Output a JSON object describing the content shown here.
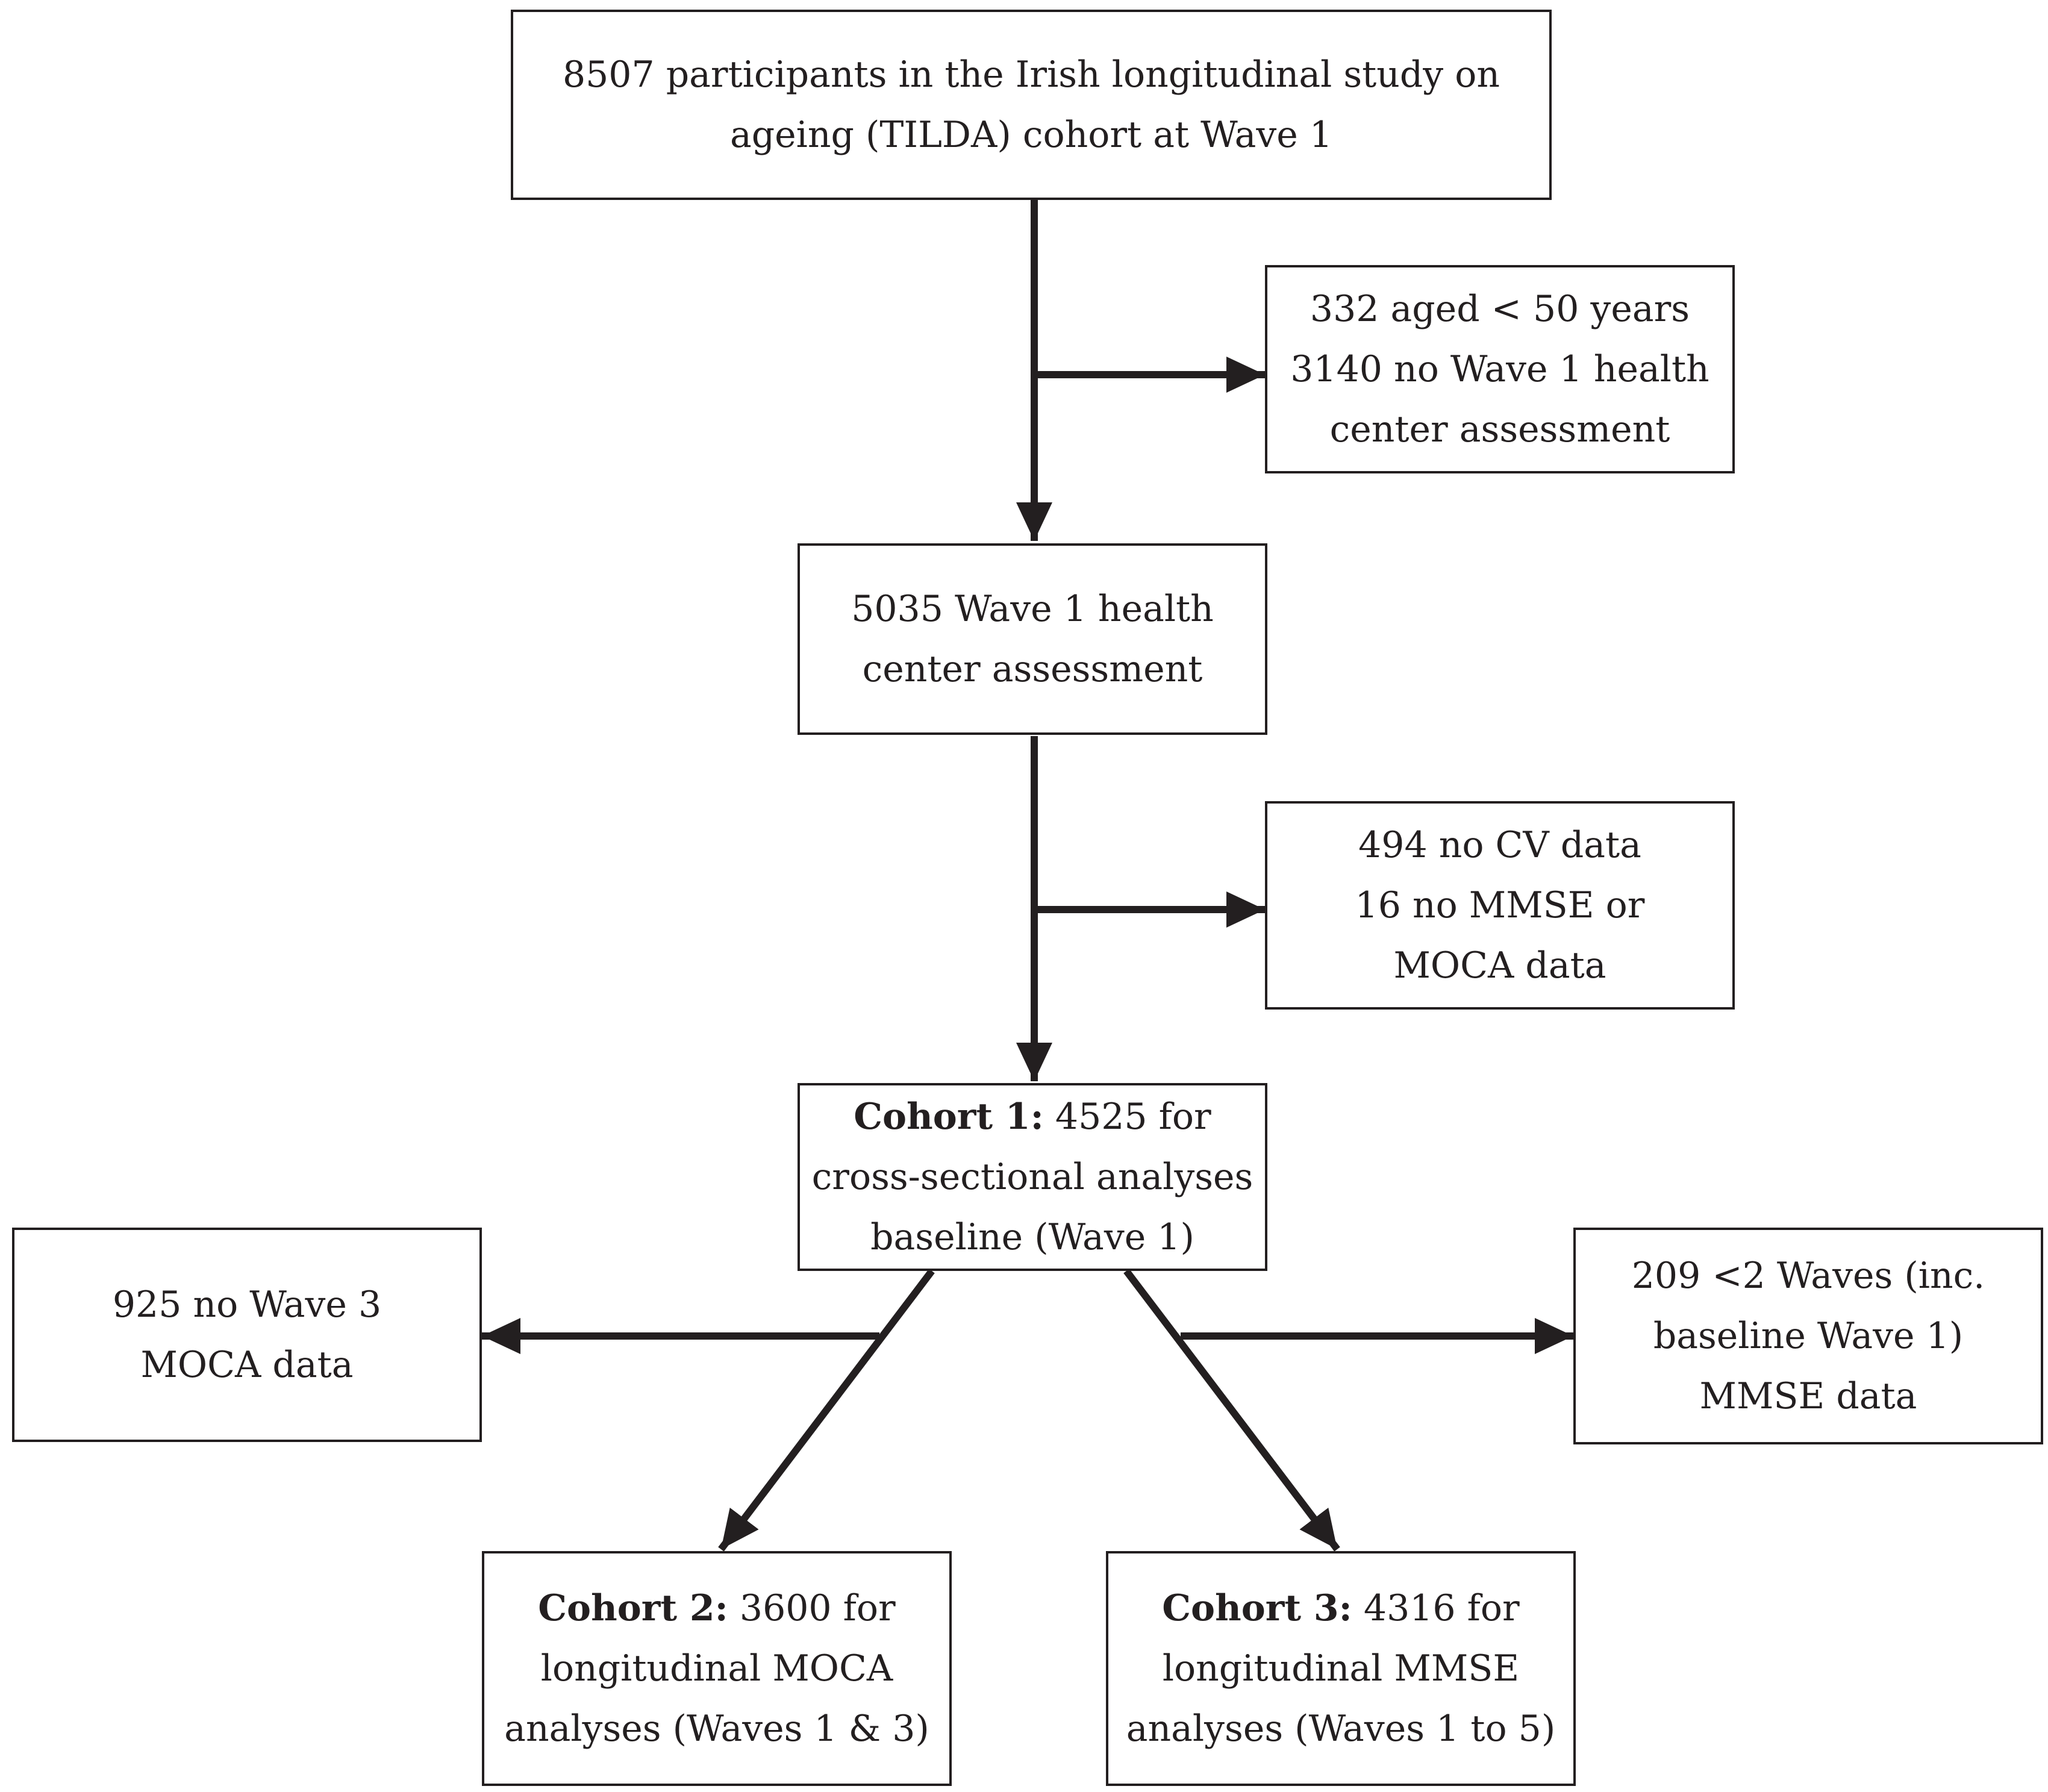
{
  "colors": {
    "stroke": "#231f20",
    "background": "#ffffff"
  },
  "boxes": {
    "wave1_participants": {
      "lines": [
        "8507 participants in the Irish longitudinal study on",
        "ageing (TILDA) cohort at Wave 1"
      ]
    },
    "exclusion_1": {
      "lines": [
        "332 aged < 50 years",
        "3140 no Wave 1 health",
        "center assessment"
      ]
    },
    "health_assessment": {
      "lines": [
        "5035 Wave 1 health",
        "center assessment"
      ]
    },
    "exclusion_2": {
      "lines": [
        "494 no CV data",
        "16 no MMSE or",
        "MOCA data"
      ]
    },
    "cohort1": {
      "label": "Cohort 1:",
      "line1_rest": " 4525 for",
      "lines": [
        "cross-sectional analyses",
        "baseline (Wave 1)"
      ]
    },
    "exclusion_moca": {
      "lines": [
        "925 no Wave 3",
        "MOCA data"
      ]
    },
    "exclusion_mmse": {
      "lines": [
        "209 <2 Waves (inc.",
        "baseline Wave 1)",
        "MMSE data"
      ]
    },
    "cohort2": {
      "label": "Cohort 2:",
      "line1_rest": " 3600 for",
      "lines": [
        "longitudinal MOCA",
        "analyses (Waves 1 & 3)"
      ]
    },
    "cohort3": {
      "label": "Cohort 3:",
      "line1_rest": " 4316 for",
      "lines": [
        "longitudinal MMSE",
        "analyses (Waves 1 to 5)"
      ]
    }
  }
}
